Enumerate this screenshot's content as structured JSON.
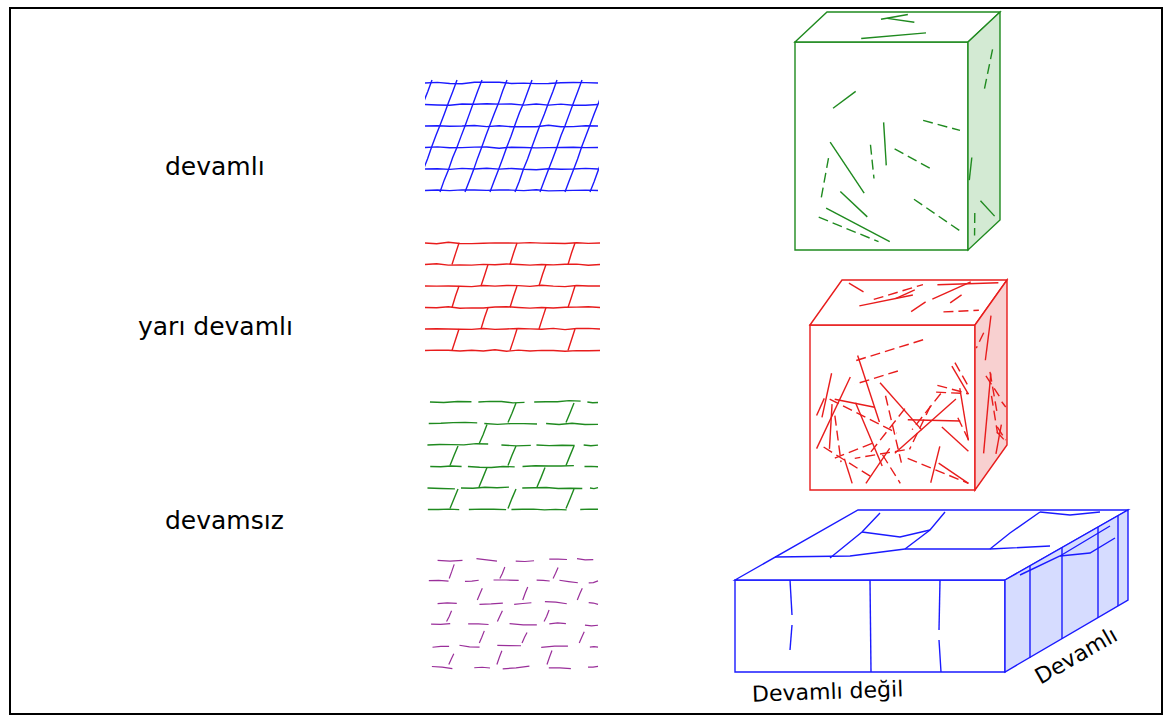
{
  "diagram": {
    "labels": [
      "devamlı",
      "yarı devamlı",
      "devamsız",
      "Devamlı değil",
      "Devamlı"
    ]
  }
}
